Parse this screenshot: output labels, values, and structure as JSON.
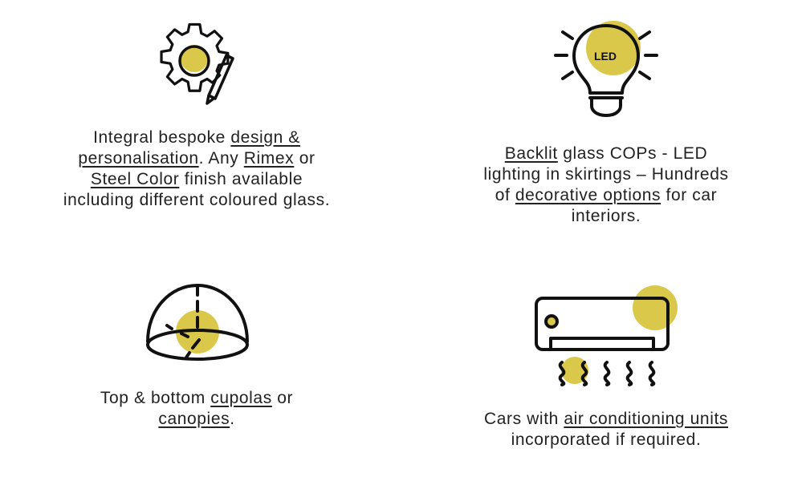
{
  "accent_color": "#D9C84A",
  "features": [
    {
      "icon": "gear-pencil-icon",
      "parts": {
        "t1": "Integral bespoke ",
        "l1": "design & personalisation",
        "t2": ". Any ",
        "l2": "Rimex",
        "t3": " or ",
        "l3": "Steel Color",
        "t4": " finish available including different coloured glass."
      }
    },
    {
      "icon": "led-bulb-icon",
      "icon_label": "LED",
      "parts": {
        "l1": "Backlit",
        "t1": " glass COPs -  LED lighting in skirtings – Hundreds of ",
        "l2": "decorative options",
        "t2": " for car interiors."
      }
    },
    {
      "icon": "cupola-icon",
      "parts": {
        "t1": "Top & bottom ",
        "l1": "cupolas",
        "t2": " or ",
        "l2": "canopies",
        "t3": "."
      }
    },
    {
      "icon": "air-conditioner-icon",
      "parts": {
        "t1": "Cars with ",
        "l1": "air conditioning units ",
        "t2": "incorporated if required."
      }
    }
  ]
}
